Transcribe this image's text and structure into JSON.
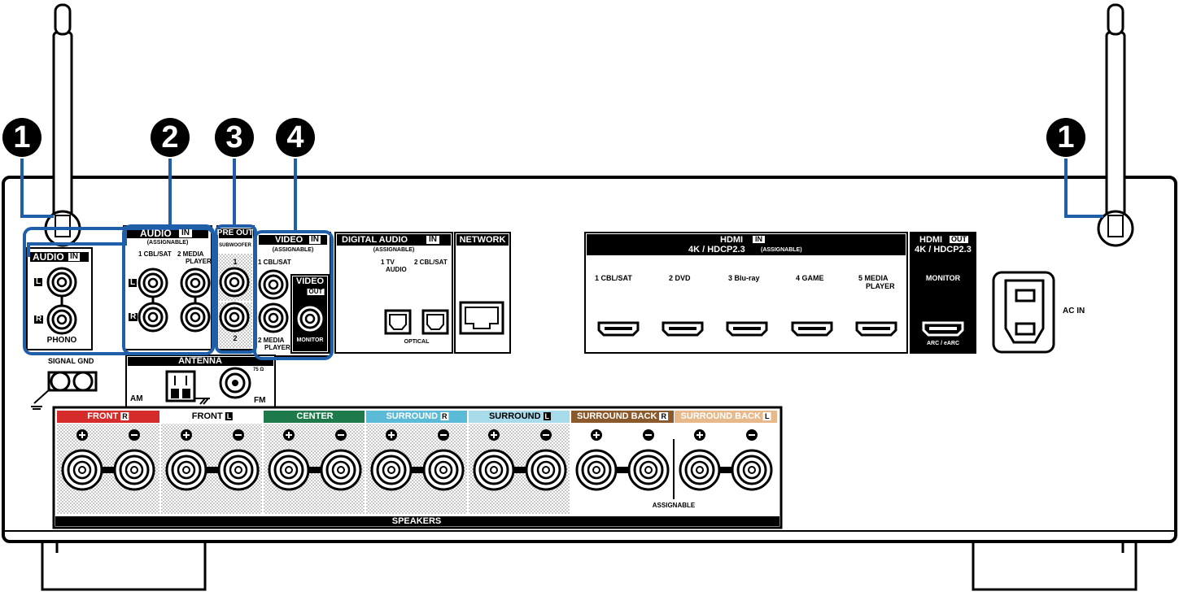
{
  "colors": {
    "callout_line": "#1f5faa",
    "front_r": "#d52b2b",
    "center": "#1e7a4a",
    "surround_r": "#5bbbd6",
    "surround_l": "#a8dbea",
    "surround_back_r": "#8a5a2c",
    "surround_back_l": "#e7b98a",
    "outline": "#000000",
    "panel_bg": "#ffffff"
  },
  "callouts": [
    "1",
    "2",
    "3",
    "4",
    "1"
  ],
  "panel": {
    "audio_in_phono": {
      "title": "AUDIO",
      "badge": "IN",
      "left_badge": "L",
      "right_badge": "R",
      "label": "PHONO"
    },
    "audio_in": {
      "title": "AUDIO",
      "badge": "IN",
      "subtitle": "(ASSIGNABLE)",
      "col1": "1 CBL/SAT",
      "col2a": "2  MEDIA",
      "col2b": "PLAYER",
      "left_badge": "L",
      "right_badge": "R"
    },
    "pre_out": {
      "title": "PRE OUT",
      "subtitle": "SUBWOOFER",
      "port1": "1",
      "port2": "2"
    },
    "video_in": {
      "title": "VIDEO",
      "badge": "IN",
      "subtitle": "(ASSIGNABLE)",
      "input1": "1 CBL/SAT",
      "input2a": "2  MEDIA",
      "input2b": "PLAYER"
    },
    "video_out": {
      "title": "VIDEO",
      "badge": "OUT",
      "label": "MONITOR"
    },
    "digital_audio": {
      "title": "DIGITAL AUDIO",
      "badge": "IN",
      "subtitle": "(ASSIGNABLE)",
      "input1a": "1   TV",
      "input1b": "AUDIO",
      "input2": "2 CBL/SAT",
      "footer": "OPTICAL"
    },
    "network": {
      "title": "NETWORK"
    },
    "hdmi_in": {
      "title": "HDMI",
      "badge": "IN",
      "subtitle": "4K / HDCP2.3",
      "assignable": "(ASSIGNABLE)",
      "inputs": [
        "1  CBL/SAT",
        "2  DVD",
        "3  Blu-ray",
        "4  GAME",
        "5  MEDIA"
      ],
      "input5b": "PLAYER"
    },
    "hdmi_out": {
      "title": "HDMI",
      "badge": "OUT",
      "subtitle": "4K / HDCP2.3",
      "label": "MONITOR",
      "footer": "ARC / eARC"
    },
    "ac_in": {
      "label": "AC IN"
    },
    "signal_gnd": {
      "label": "SIGNAL GND"
    },
    "antenna": {
      "title": "ANTENNA",
      "am": "AM",
      "fm": "FM",
      "ohm": "75 Ω"
    },
    "speakers": {
      "title": "SPEAKERS",
      "assignable": "ASSIGNABLE",
      "groups": [
        {
          "label": "FRONT",
          "badge": "R"
        },
        {
          "label": "FRONT",
          "badge": "L"
        },
        {
          "label": "CENTER",
          "badge": ""
        },
        {
          "label": "SURROUND",
          "badge": "R"
        },
        {
          "label": "SURROUND",
          "badge": "L"
        },
        {
          "label": "SURROUND BACK",
          "badge": "R"
        },
        {
          "label": "SURROUND BACK",
          "badge": "L"
        }
      ]
    }
  }
}
